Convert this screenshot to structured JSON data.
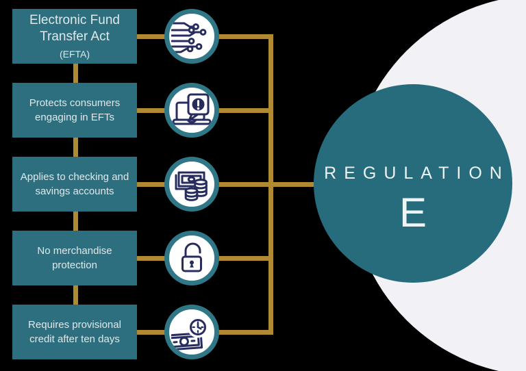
{
  "hub": {
    "title": "REGULATION",
    "letter": "E"
  },
  "flow": {
    "boxes": [
      {
        "line1": "Electronic Fund",
        "line2": "Transfer Act",
        "subtitle": "(EFTA)"
      },
      {
        "text": "Protects consumers engaging in EFTs"
      },
      {
        "text": "Applies to checking and savings accounts"
      },
      {
        "text": "No merchandise protection"
      },
      {
        "text": "Requires provisional credit after ten days"
      }
    ],
    "icons": [
      "circuit-icon",
      "alert-laptop-icon",
      "cash-coins-icon",
      "open-padlock-icon",
      "clock-money-icon"
    ]
  },
  "colors": {
    "background": "#000000",
    "box_teal": "#2d6f7e",
    "hub_teal": "#266c7d",
    "icon_ring_teal": "#2f7787",
    "icon_navy": "#272c5e",
    "connector_gold": "#b08a32",
    "backdrop_gray": "#f2f2f6",
    "text_light": "#dfe9ec"
  }
}
